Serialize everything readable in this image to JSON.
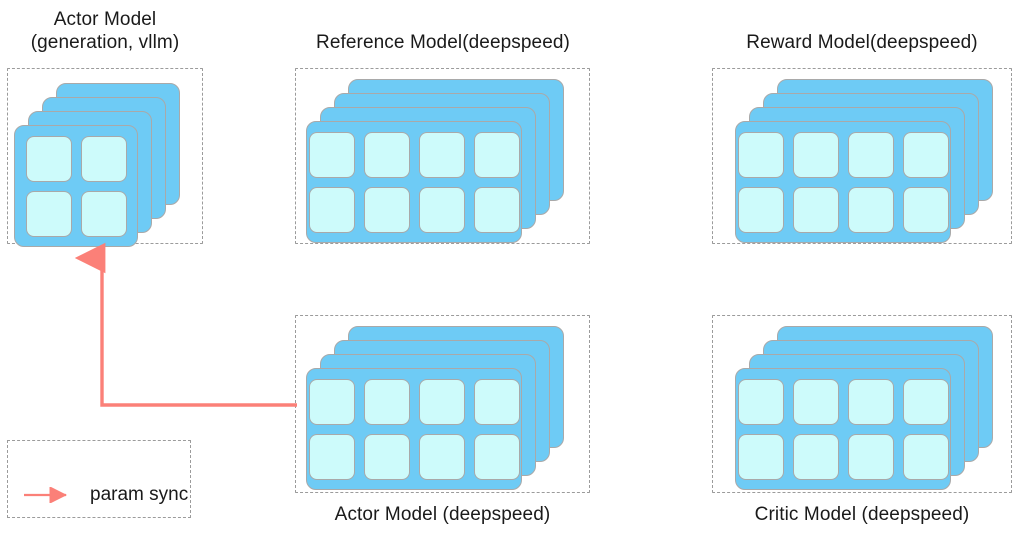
{
  "diagram": {
    "title_hidden": "",
    "accent_arrow_color": "#fb8078",
    "card_color": "#6ecbf5",
    "cell_color": "#cdfbfb",
    "border_color": "#9b9b9b",
    "groups": [
      {
        "id": "actor-vllm",
        "label": "Actor Model\n(generation, vllm)",
        "label_position": "top",
        "grid": "2x2",
        "cells": 4,
        "stack_depth": 4
      },
      {
        "id": "reference",
        "label": "Reference Model(deepspeed)",
        "label_position": "top",
        "grid": "4x2",
        "cells": 8,
        "stack_depth": 4
      },
      {
        "id": "reward",
        "label": "Reward Model(deepspeed)",
        "label_position": "top",
        "grid": "4x2",
        "cells": 8,
        "stack_depth": 4
      },
      {
        "id": "actor-deepspeed",
        "label": "Actor Model (deepspeed)",
        "label_position": "bottom",
        "grid": "4x2",
        "cells": 8,
        "stack_depth": 4
      },
      {
        "id": "critic",
        "label": "Critic Model (deepspeed)",
        "label_position": "bottom",
        "grid": "4x2",
        "cells": 8,
        "stack_depth": 4
      }
    ],
    "legend": {
      "label": "param sync",
      "arrow_color": "#fb8078"
    },
    "connector": {
      "from": "actor-deepspeed",
      "to": "actor-vllm",
      "meaning": "param sync",
      "color": "#fb8078"
    }
  }
}
